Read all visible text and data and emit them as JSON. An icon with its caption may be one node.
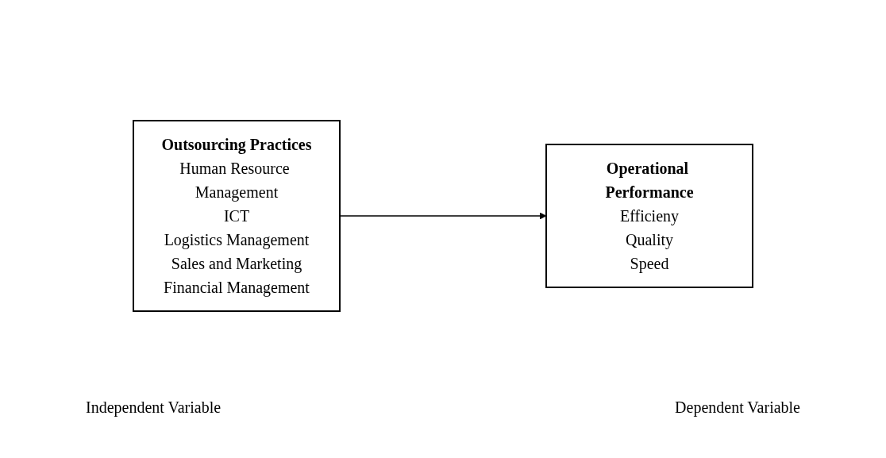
{
  "diagram": {
    "nodes": [
      {
        "text": [
          "Outsourcing Practices",
          "Human Resource Management",
          "ICT",
          "Logistics Management",
          "Sales and Marketing",
          "Financial Management"
        ]
      },
      {
        "text": [
          "Operational Performance",
          "Efficieny",
          "Quality",
          "Speed"
        ]
      }
    ],
    "edges": [
      {
        "from": 0,
        "to": 1,
        "arrow": "to"
      }
    ],
    "labels": [
      "Independent Variable",
      "Dependent Variable"
    ]
  }
}
